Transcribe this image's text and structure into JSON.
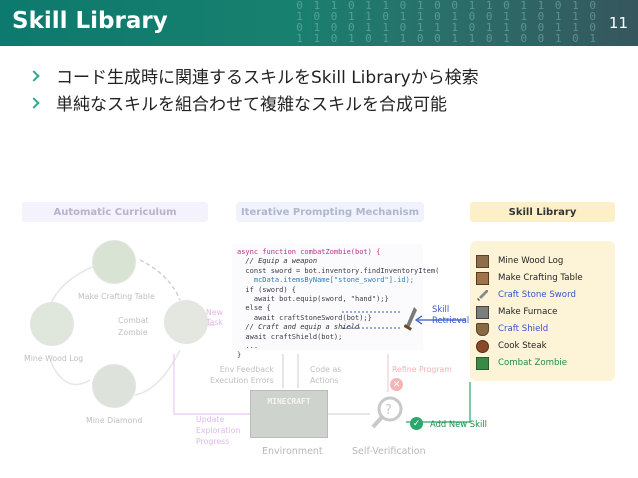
{
  "header": {
    "title": "Skill Library",
    "page_number": "11"
  },
  "bullets": [
    "コード生成時に関連するスキルをSkill Libraryから検索",
    "単純なスキルを組合わせて複雑なスキルを合成可能"
  ],
  "diagram": {
    "panels": {
      "curriculum": "Automatic Curriculum",
      "prompting": "Iterative Prompting Mechanism",
      "library": "Skill Library"
    },
    "curriculum_nodes": {
      "top": "Make Crafting Table",
      "left": "Mine Wood Log",
      "bottom": "Mine Diamond",
      "center": "Combat\nZombie"
    },
    "new_task": "New\nTask",
    "code_lines": [
      "async function combatZombie(bot) {",
      "  // Equip a weapon",
      "  const sword = bot.inventory.findInventoryItem(",
      "    mcData.itemsByName[\"stone_sword\"].id);",
      "  if (sword) {",
      "    await bot.equip(sword, \"hand\");}",
      "  else {",
      "    await craftStoneSword(bot);}",
      "  // Craft and equip a shield",
      "  await craftShield(bot);",
      "  ...",
      "}"
    ],
    "skill_retrieval": "Skill\nRetrieval",
    "skills": [
      {
        "label": "Mine Wood  Log",
        "color": "#222222",
        "icon": "wood-log-icon"
      },
      {
        "label": "Make Crafting Table",
        "color": "#222222",
        "icon": "crafting-table-icon"
      },
      {
        "label": "Craft Stone Sword",
        "color": "#3355cc",
        "icon": "stone-sword-icon"
      },
      {
        "label": "Make Furnace",
        "color": "#222222",
        "icon": "furnace-icon"
      },
      {
        "label": "Craft Shield",
        "color": "#3355cc",
        "icon": "shield-icon"
      },
      {
        "label": "Cook Steak",
        "color": "#222222",
        "icon": "steak-icon"
      },
      {
        "label": "Combat Zombie",
        "color": "#1f8a4c",
        "icon": "zombie-icon"
      }
    ],
    "env_feedback": "Env Feedback\nExecution Errors",
    "code_as_actions": "Code as\nActions",
    "refine_program": "Refine Program",
    "update_progress": "Update\nExploration\nProgress",
    "environment": "Environment",
    "self_verification": "Self-Verification",
    "add_new_skill": "Add New Skill",
    "minecraft_logo": "MINECRAFT"
  },
  "colors": {
    "header_teal": "#0c7a6e",
    "bullet_accent": "#2fa88e",
    "library_bg": "#fdf4d8",
    "retrieval_blue": "#3355cc",
    "success_green": "#2aa76a",
    "error_red": "#e06a6a"
  }
}
